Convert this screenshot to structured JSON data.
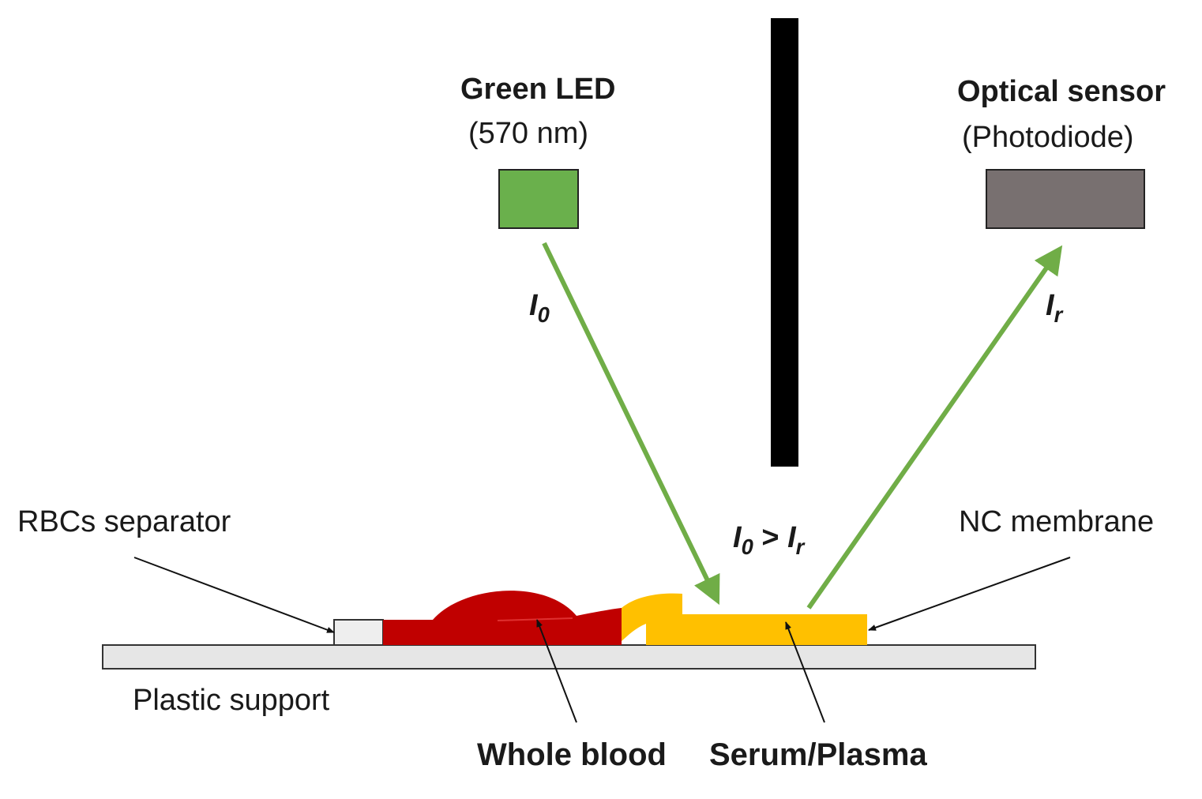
{
  "emitter": {
    "title": "Green LED",
    "wavelength": "(570 nm)",
    "color": "#6ab04c"
  },
  "detector": {
    "title": "Optical sensor",
    "type": "(Photodiode)",
    "color": "#787070"
  },
  "beams": {
    "incident": {
      "symbol": "I",
      "subscript": "0"
    },
    "reflected": {
      "symbol": "I",
      "subscript": "r"
    },
    "relation": {
      "left_symbol": "I",
      "left_subscript": "0",
      "operator": " > ",
      "right_symbol": "I",
      "right_subscript": "r"
    },
    "color": "#70ad47"
  },
  "components": {
    "rbc_separator": "RBCs separator",
    "nc_membrane": "NC membrane",
    "plastic_support": "Plastic support",
    "whole_blood": "Whole blood",
    "serum_plasma": "Serum/Plasma"
  },
  "colors": {
    "blood": "#c00000",
    "plasma": "#ffc000",
    "support": "#e6e6e6",
    "barrier": "#000000"
  }
}
